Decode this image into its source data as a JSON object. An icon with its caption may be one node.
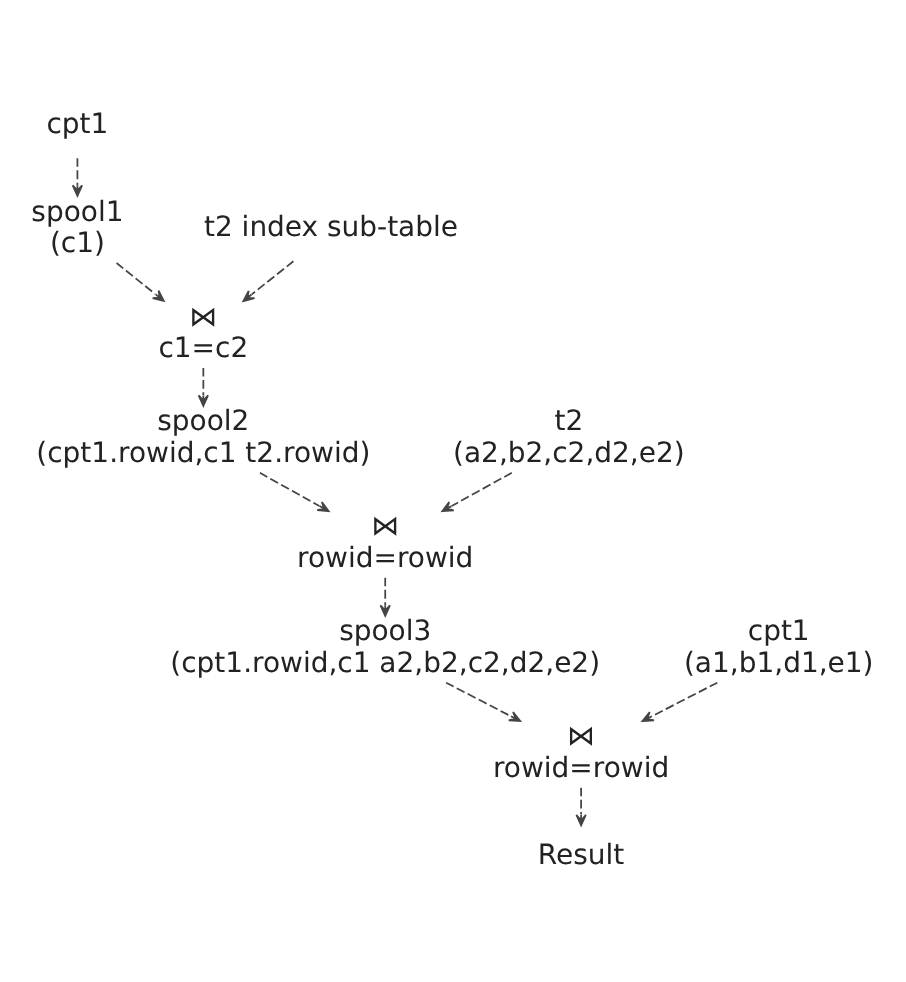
{
  "diagram": {
    "nodes": [
      {
        "text": [
          "cpt1"
        ]
      },
      {
        "text": [
          "spool1",
          "(c1)"
        ]
      },
      {
        "text": [
          "t2 index sub-table"
        ]
      },
      {
        "text": [
          "⋈",
          "c1=c2"
        ]
      },
      {
        "text": [
          "spool2",
          "(cpt1.rowid,c1 t2.rowid)"
        ]
      },
      {
        "text": [
          "t2",
          "(a2,b2,c2,d2,e2)"
        ]
      },
      {
        "text": [
          "⋈",
          "rowid=rowid"
        ]
      },
      {
        "text": [
          "spool3",
          "(cpt1.rowid,c1 a2,b2,c2,d2,e2)"
        ]
      },
      {
        "text": [
          "cpt1",
          "(a1,b1,d1,e1)"
        ]
      },
      {
        "text": [
          "⋈",
          "rowid=rowid"
        ]
      },
      {
        "text": [
          "Result"
        ]
      }
    ],
    "edges": [
      {
        "from": 0,
        "to": 1,
        "arrow": "to",
        "style": "dashed"
      },
      {
        "from": 1,
        "to": 3,
        "arrow": "to",
        "style": "dashed"
      },
      {
        "from": 2,
        "to": 3,
        "arrow": "to",
        "style": "dashed"
      },
      {
        "from": 3,
        "to": 4,
        "arrow": "to",
        "style": "dashed"
      },
      {
        "from": 4,
        "to": 6,
        "arrow": "to",
        "style": "dashed"
      },
      {
        "from": 5,
        "to": 6,
        "arrow": "to",
        "style": "dashed"
      },
      {
        "from": 6,
        "to": 7,
        "arrow": "to",
        "style": "dashed"
      },
      {
        "from": 7,
        "to": 9,
        "arrow": "to",
        "style": "dashed"
      },
      {
        "from": 8,
        "to": 9,
        "arrow": "to",
        "style": "dashed"
      },
      {
        "from": 9,
        "to": 10,
        "arrow": "to",
        "style": "dashed"
      }
    ]
  }
}
